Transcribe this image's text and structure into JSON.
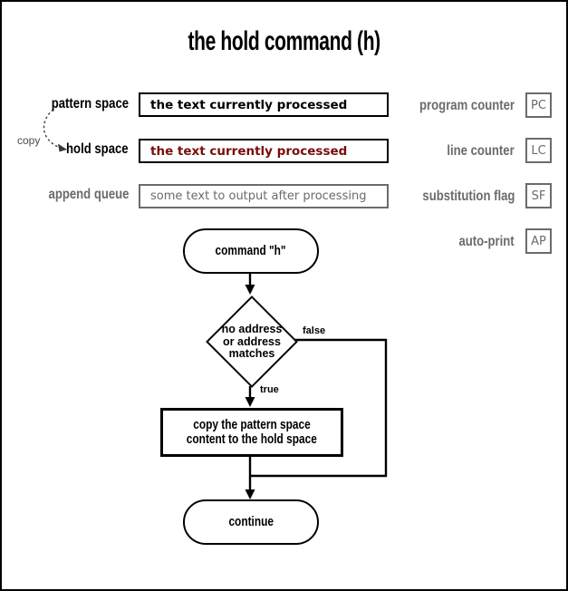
{
  "title": "the hold command (h)",
  "memory": {
    "copy_label": "copy",
    "pattern_space": {
      "label": "pattern space",
      "value": "the text currently processed"
    },
    "hold_space": {
      "label": "hold space",
      "value": "the text currently processed"
    },
    "append_queue": {
      "label": "append queue",
      "value": "some text to output after processing"
    }
  },
  "registers": [
    {
      "label": "program counter",
      "code": "PC"
    },
    {
      "label": "line counter",
      "code": "LC"
    },
    {
      "label": "substitution flag",
      "code": "SF"
    },
    {
      "label": "auto-print",
      "code": "AP"
    }
  ],
  "flowchart": {
    "start": "command \"h\"",
    "decision": {
      "line1": "no address",
      "line2": "or address",
      "line3": "matches"
    },
    "false_label": "false",
    "true_label": "true",
    "action": {
      "line1": "copy the pattern space",
      "line2": "content to the hold space"
    },
    "end": "continue"
  },
  "colors": {
    "black": "#000000",
    "gray": "#6b6b6b",
    "dark_red": "#7a0b0b",
    "background": "#ffffff"
  }
}
